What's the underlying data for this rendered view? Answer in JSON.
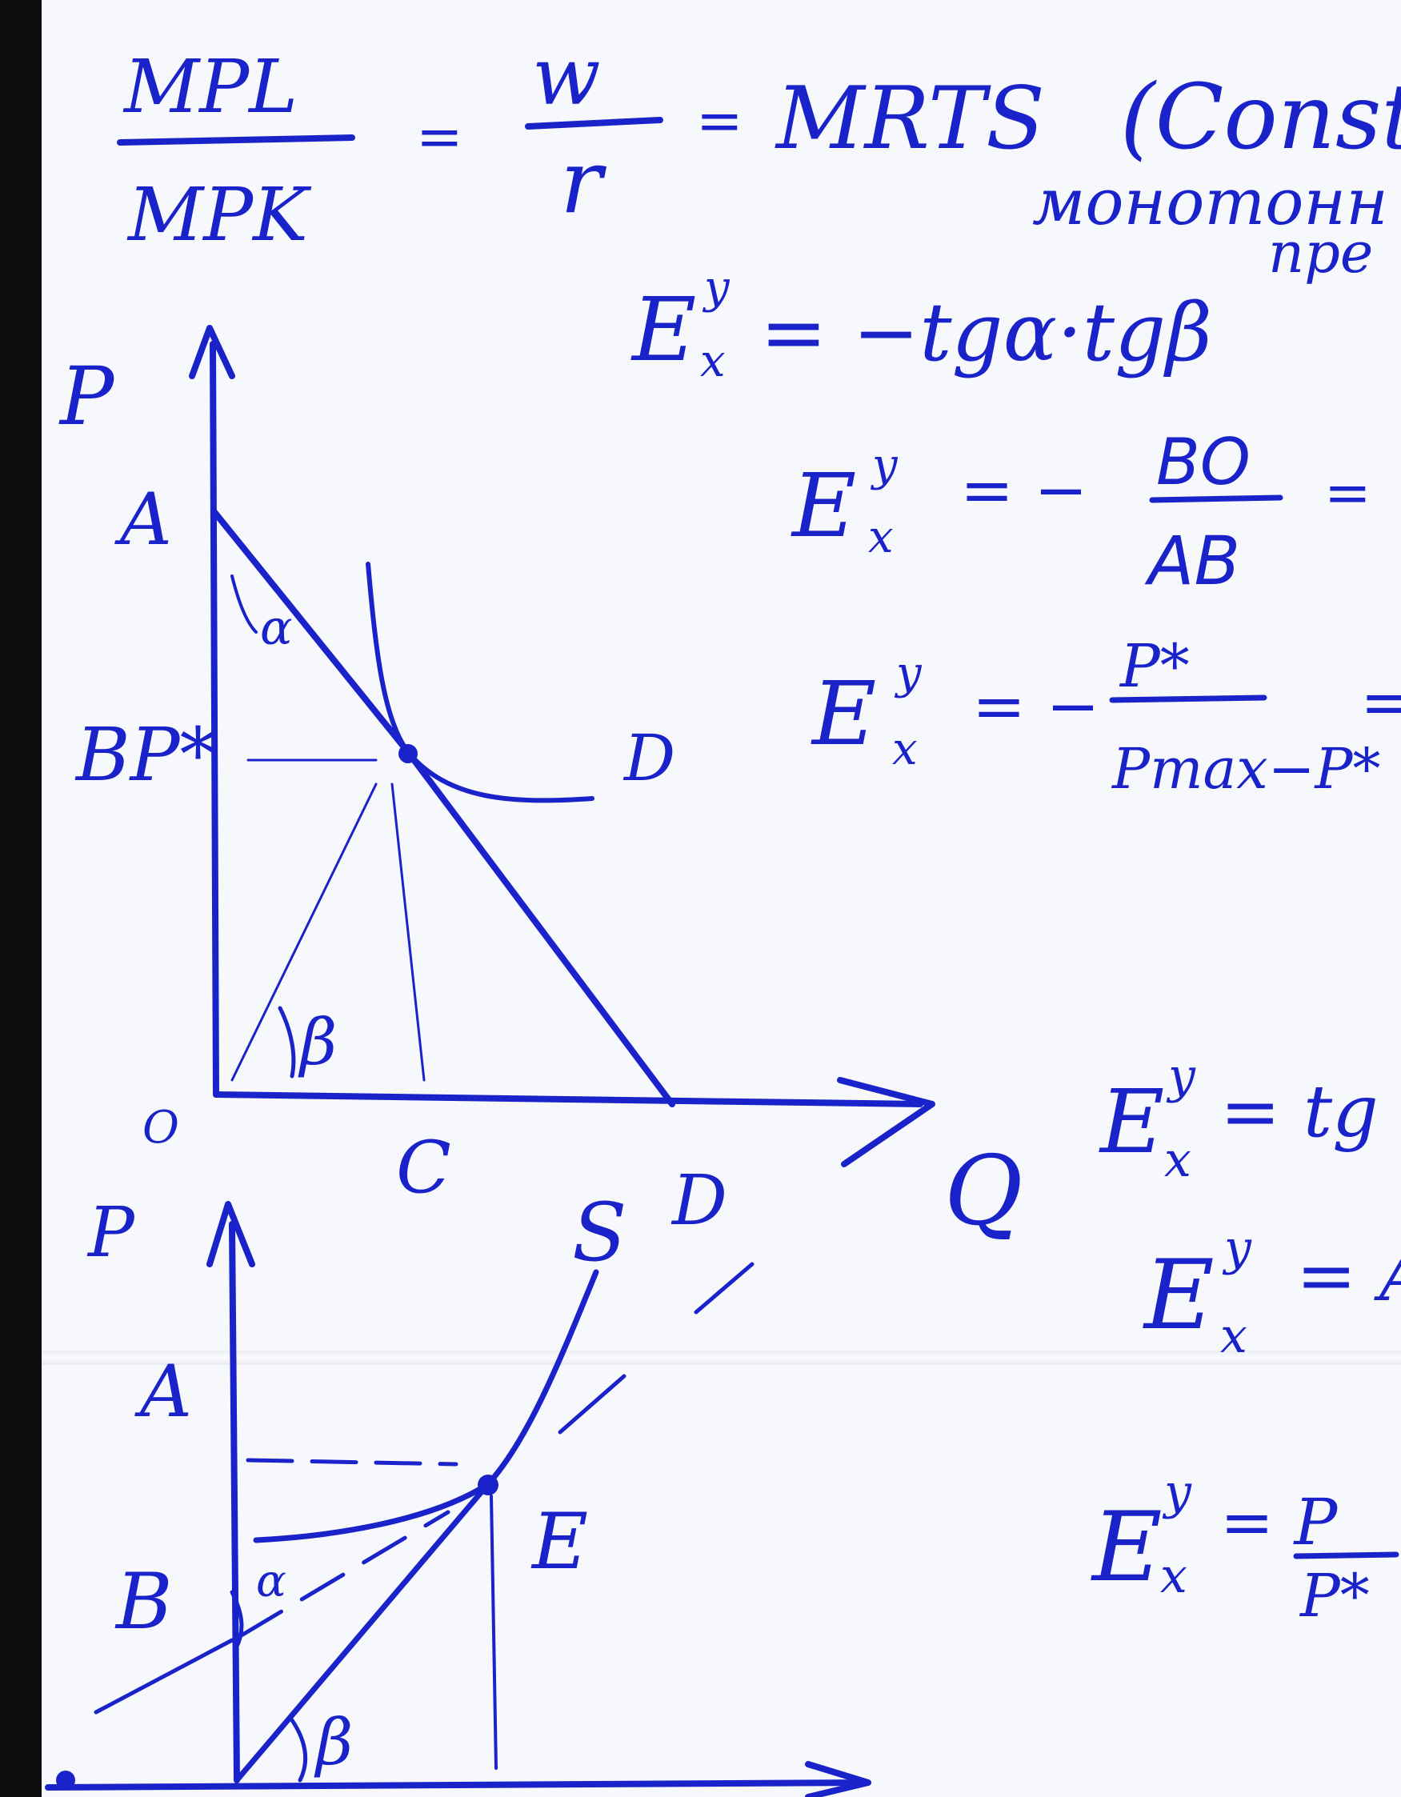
{
  "top_formula": {
    "mpl": "MPL",
    "mpk": "MPK",
    "eq1": "=",
    "w": "w",
    "r": "r",
    "eq2": "=",
    "mrts": "MRTS",
    "paren": "(Const",
    "line2": "монотонн",
    "line3": "пре"
  },
  "formulas_right": {
    "f1_prefix": "E",
    "f1_sup": "y",
    "f1_sub": "x",
    "f1_rest": "= −tgα·tgβ",
    "f2_prefix": "E",
    "f2_sup": "y",
    "f2_sub": "x",
    "f2_eq": "= −",
    "f2_num": "BO",
    "f2_den": "AB",
    "f2_tail": "= ",
    "f3_prefix": "E",
    "f3_sup": "y",
    "f3_sub": "x",
    "f3_eq": "= −",
    "f3_num": "P*",
    "f3_den": "Pmax−P*",
    "f3_tail": "=",
    "f4_prefix": "E",
    "f4_sup": "y",
    "f4_sub": "x",
    "f4_rest": "= tg",
    "f5_prefix": "E",
    "f5_sup": "y",
    "f5_sub": "x",
    "f5_rest": "= A",
    "f6_prefix": "E",
    "f6_sup": "y",
    "f6_sub": "x",
    "f6_rest": "= P",
    "f6_den": "P*"
  },
  "graph1": {
    "y_axis": "P",
    "label_a": "A",
    "label_b": "BP*",
    "label_alpha": "α",
    "label_beta": "β",
    "label_origin": "O",
    "label_c": "C",
    "label_d_bottom": "D",
    "label_d_point": "D",
    "x_axis": "Q"
  },
  "graph2": {
    "y_axis": "P",
    "label_a": "A",
    "label_b": "B",
    "label_alpha": "α",
    "label_beta": "β",
    "label_s": "S",
    "label_e": "E"
  },
  "colors": {
    "ink": "#1a23c9",
    "paper": "#f7f8fc"
  }
}
